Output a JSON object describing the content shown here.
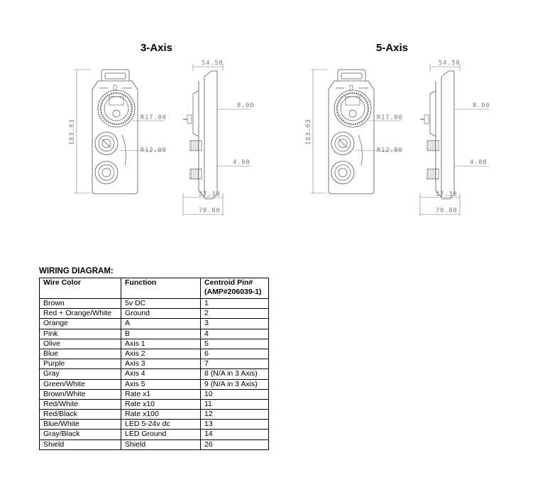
{
  "drawings": [
    {
      "title": "3-Axis",
      "dims": {
        "width_side": "54.50",
        "offset_top": "8.00",
        "r_large": "R17.00",
        "r_small": "R12.00",
        "offset_mid": "4.00",
        "depth": "57.30",
        "overall": "70.00",
        "height": "183.63"
      }
    },
    {
      "title": "5-Axis",
      "dims": {
        "width_side": "54.50",
        "offset_top": "8.00",
        "r_large": "R17.00",
        "r_small": "R12.00",
        "offset_mid": "4.00",
        "depth": "57.30",
        "overall": "70.00",
        "height": "183.63"
      }
    }
  ],
  "wiring": {
    "heading": "WIRING DIAGRAM:",
    "headers": [
      "Wire Color",
      "Function",
      "Centroid Pin#",
      "(AMP#206039-1)"
    ],
    "rows": [
      [
        "Brown",
        "5v DC",
        "1"
      ],
      [
        "Red + Orange/White",
        "Ground",
        "2"
      ],
      [
        "Orange",
        "A",
        "3"
      ],
      [
        "Pink",
        "B",
        "4"
      ],
      [
        "Olive",
        "Axis 1",
        "5"
      ],
      [
        "Blue",
        "Axis 2",
        "6"
      ],
      [
        "Purple",
        "Axis 3",
        "7"
      ],
      [
        "Gray",
        "Axis 4",
        "8 (N/A in 3 Axis)"
      ],
      [
        "Green/White",
        "Axis 5",
        "9 (N/A in 3 Axis)"
      ],
      [
        "Brown/White",
        "Rate x1",
        "10"
      ],
      [
        "Red/White",
        "Rate x10",
        "11"
      ],
      [
        "Red/Black",
        "Rate x100",
        "12"
      ],
      [
        "Blue/White",
        "LED 5-24v dc",
        "13"
      ],
      [
        "Gray/Black",
        "LED Ground",
        "14"
      ],
      [
        "Shield",
        "Shield",
        "26"
      ]
    ]
  }
}
